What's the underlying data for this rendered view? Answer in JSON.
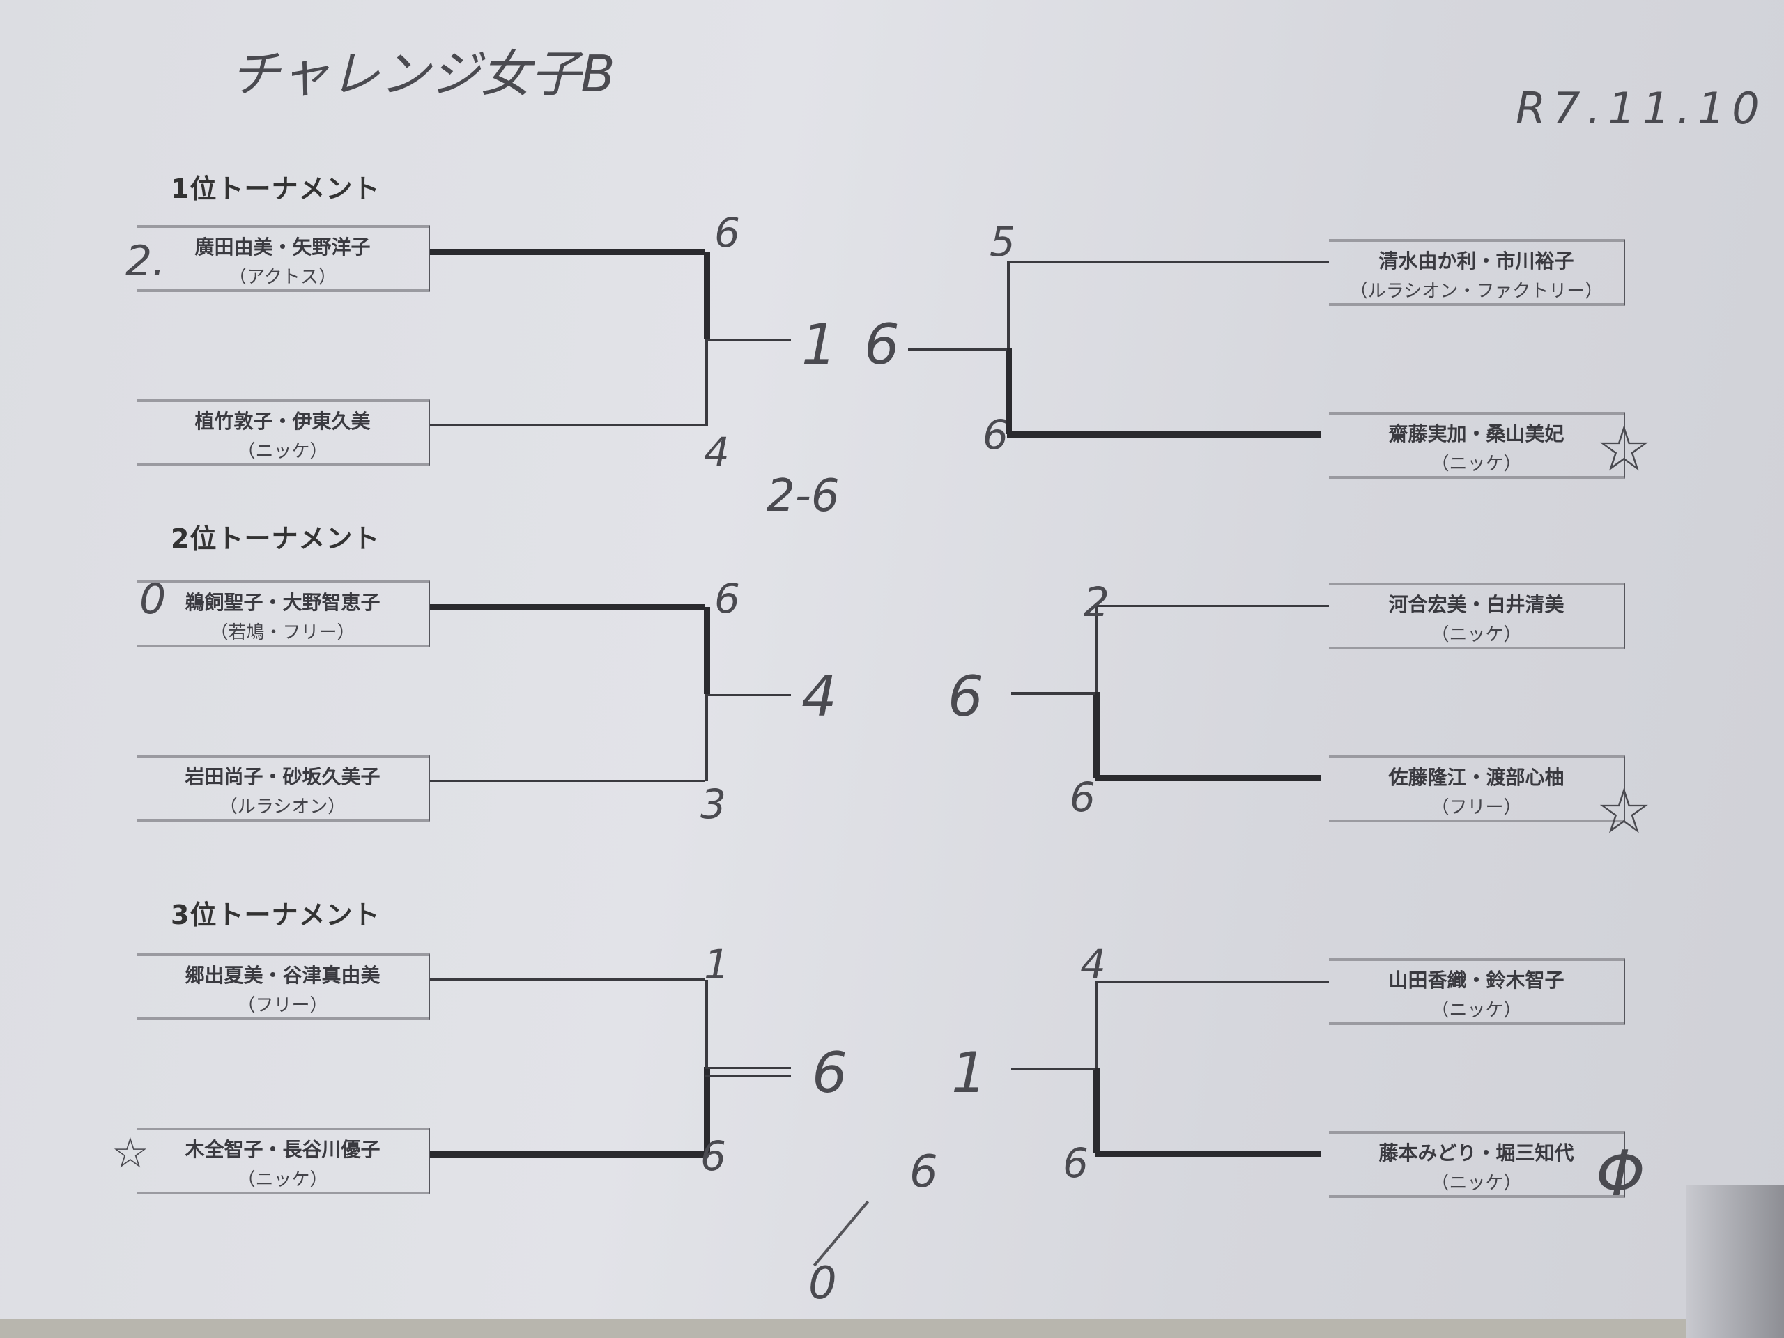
{
  "sheet": {
    "title": "チャレンジ女子B",
    "date": "R7.11.10"
  },
  "brackets": [
    {
      "heading": "1位トーナメント",
      "left": {
        "top": {
          "name": "廣田由美・矢野洋子",
          "club": "（アクトス）",
          "score": "6",
          "mark": "2."
        },
        "bottom": {
          "name": "植竹敦子・伊東久美",
          "club": "（ニッケ）",
          "score": "4",
          "mark": ""
        },
        "final_score": "1"
      },
      "right": {
        "top": {
          "name": "清水由か利・市川裕子",
          "club": "（ルラシオン・ファクトリー）",
          "score": "5",
          "mark": ""
        },
        "bottom": {
          "name": "齋藤実加・桑山美妃",
          "club": "（ニッケ）",
          "score": "6",
          "mark": "☆"
        },
        "final_score": "6"
      },
      "notes": [
        "2-6"
      ]
    },
    {
      "heading": "2位トーナメント",
      "left": {
        "top": {
          "name": "鵜飼聖子・大野智恵子",
          "club": "（若鳩・フリー）",
          "score": "6",
          "mark": "0"
        },
        "bottom": {
          "name": "岩田尚子・砂坂久美子",
          "club": "（ルラシオン）",
          "score": "3",
          "mark": ""
        },
        "final_score": "4"
      },
      "right": {
        "top": {
          "name": "河合宏美・白井清美",
          "club": "（ニッケ）",
          "score": "2",
          "mark": ""
        },
        "bottom": {
          "name": "佐藤隆江・渡部心柚",
          "club": "（フリー）",
          "score": "6",
          "mark": "☆"
        },
        "final_score": "6"
      },
      "notes": []
    },
    {
      "heading": "3位トーナメント",
      "left": {
        "top": {
          "name": "郷出夏美・谷津真由美",
          "club": "（フリー）",
          "score": "1",
          "mark": ""
        },
        "bottom": {
          "name": "木全智子・長谷川優子",
          "club": "（ニッケ）",
          "score": "6",
          "mark": "☆"
        },
        "final_score": "6"
      },
      "right": {
        "top": {
          "name": "山田香織・鈴木智子",
          "club": "（ニッケ）",
          "score": "4",
          "mark": ""
        },
        "bottom": {
          "name": "藤本みどり・堀三知代",
          "club": "（ニッケ）",
          "score": "6",
          "mark": "Φ"
        },
        "final_score": "1"
      },
      "notes": [
        "6",
        "0"
      ]
    }
  ]
}
